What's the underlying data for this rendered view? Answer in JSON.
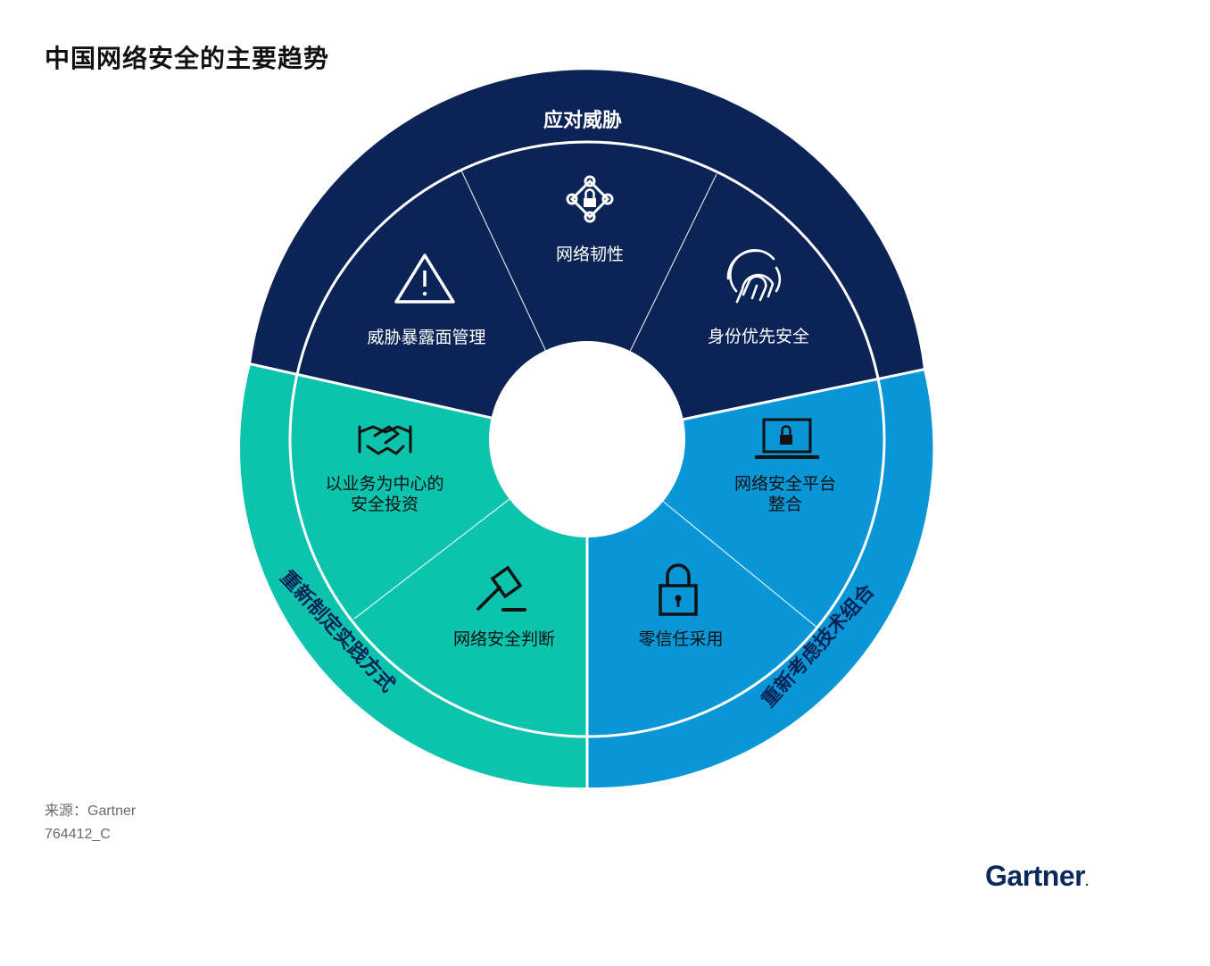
{
  "page": {
    "title": "中国网络安全的主要趋势"
  },
  "wheel": {
    "groups": [
      {
        "label": "应对威胁",
        "color": "#0b2355"
      },
      {
        "label": "重新考虑技术组合",
        "color": "#0896d6"
      },
      {
        "label": "重新制定实践方式",
        "color": "#0cc3ad"
      }
    ],
    "segments": [
      {
        "label_lines": [
          "网络韧性"
        ],
        "icon": "network-lock-icon"
      },
      {
        "label_lines": [
          "身份优先安全"
        ],
        "icon": "fingerprint-icon"
      },
      {
        "label_lines": [
          "网络安全平台",
          "整合"
        ],
        "icon": "laptop-lock-icon"
      },
      {
        "label_lines": [
          "零信任采用"
        ],
        "icon": "padlock-icon"
      },
      {
        "label_lines": [
          "网络安全判断"
        ],
        "icon": "gavel-icon"
      },
      {
        "label_lines": [
          "以业务为中心的",
          "安全投资"
        ],
        "icon": "handshake-icon"
      },
      {
        "label_lines": [
          "威胁暴露面管理"
        ],
        "icon": "warning-icon"
      }
    ]
  },
  "footer": {
    "source": "来源：Gartner",
    "code": "764412_C",
    "logo": "Gartner"
  }
}
